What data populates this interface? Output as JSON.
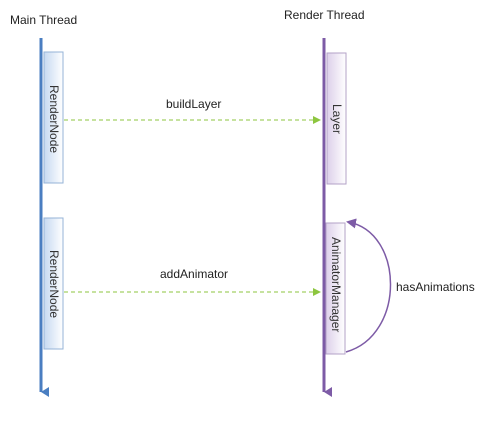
{
  "threads": {
    "main": {
      "title": "Main Thread",
      "color": "#4a7ec1"
    },
    "render": {
      "title": "Render Thread",
      "color": "#7d5ba6"
    }
  },
  "main_boxes": [
    "RenderNode",
    "RenderNode"
  ],
  "render_boxes": [
    "Layer",
    "AnimatorManager"
  ],
  "messages": [
    "buildLayer",
    "addAnimator"
  ],
  "self_message": "hasAnimations",
  "arrow_color": "#8dc63f"
}
